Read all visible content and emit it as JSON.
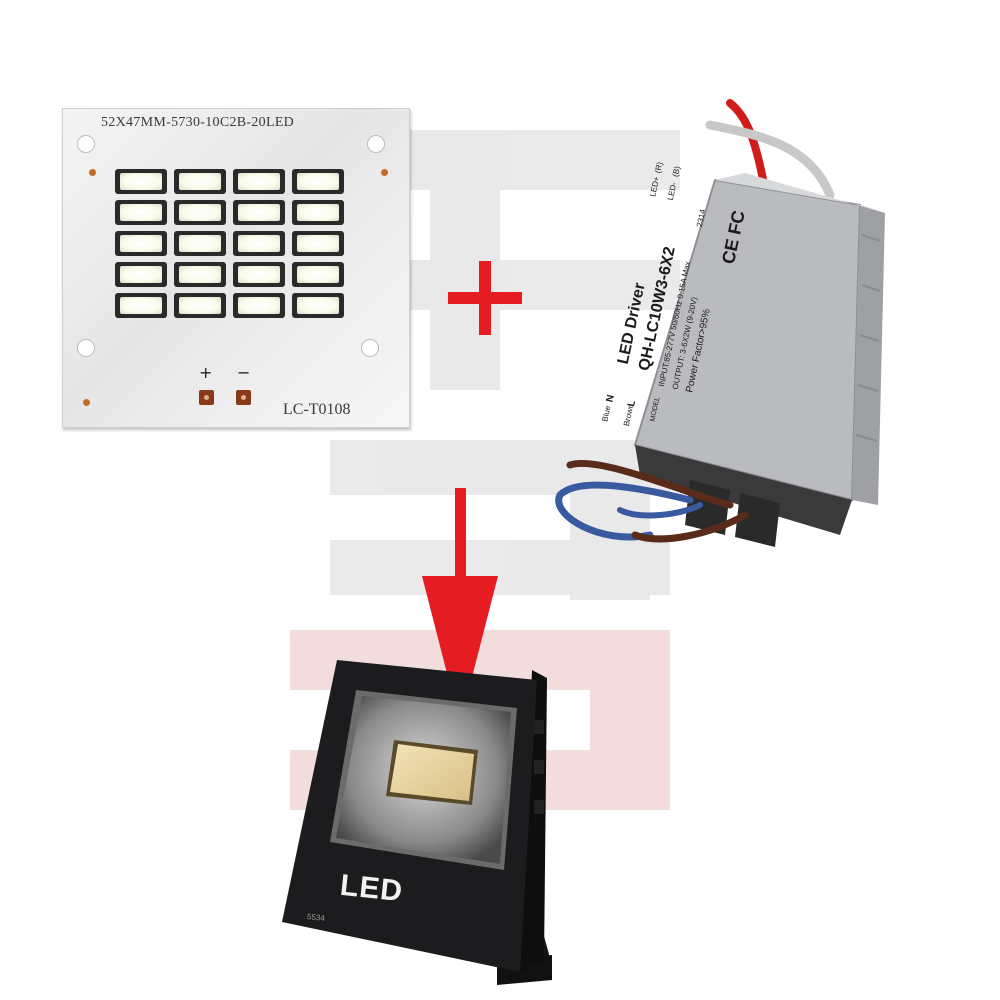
{
  "board": {
    "title": "52X47MM-5730-10C2B-20LED",
    "code": "LC-T0108",
    "plus_sign": "+",
    "minus_sign": "−",
    "led_rows": 5,
    "led_cols": 4
  },
  "operator_icon": "plus-icon",
  "operator_color": "#e61c23",
  "arrow_icon": "down-arrow-icon",
  "driver": {
    "brand": "LED Driver",
    "model_line": "QH-LC10W3-6X2",
    "model_prefix": "MODEL",
    "input": "INPUT:85-277V 50/60Hz 0.15A Max",
    "output": "OUTPUT: 3-6X2W (9-20V)",
    "power_factor": "Power Factor>95%",
    "code": "2314",
    "led_pos": "LED+",
    "led_neg": "LED-",
    "r_tag": "(R)",
    "b_tag": "(B)",
    "blue": "Blue",
    "brown": "Brown",
    "n": "N",
    "l": "L",
    "cert": "CE FC"
  },
  "floodlight": {
    "brand": "LED",
    "model": "5534"
  },
  "colors": {
    "arrow_red": "#e61c23",
    "pcb": "#ececec",
    "driver_body": "#c9cbcd",
    "floodlight": "#1c1c1e"
  }
}
